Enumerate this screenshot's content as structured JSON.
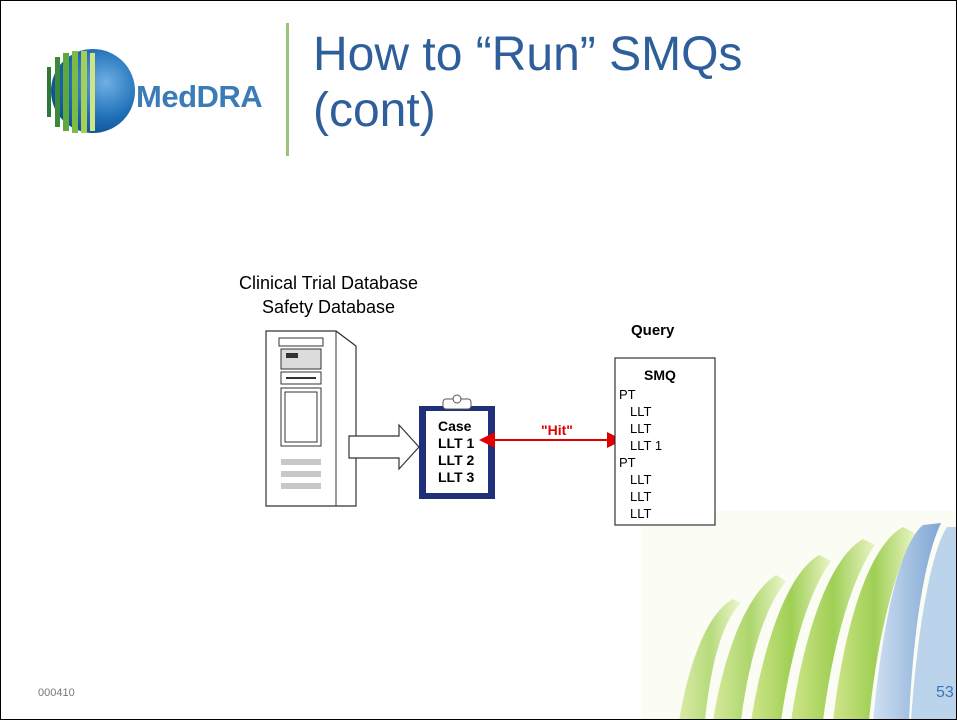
{
  "logo": {
    "icon": "meddra-globe-logo",
    "wordmark": "MedDRA"
  },
  "title": {
    "line1": "How to “Run” SMQs",
    "line2": "(cont)"
  },
  "database": {
    "line1": "Clinical Trial Database",
    "line2": "Safety Database",
    "icon": "server-tower-icon"
  },
  "case": {
    "title": "Case",
    "items": [
      "LLT 1",
      "LLT 2",
      "LLT 3"
    ],
    "icon": "clipboard-icon"
  },
  "hit_label": "\"Hit\"",
  "query": {
    "label": "Query",
    "box_title": "SMQ",
    "items": [
      "PT",
      "LLT",
      "LLT",
      "LLT 1",
      "PT",
      "LLT",
      "LLT",
      "LLT"
    ]
  },
  "footer": {
    "code": "000410",
    "page": "53"
  },
  "colors": {
    "title": "#2e5f9a",
    "accent_green": "#9cc37a",
    "hit": "#e00000",
    "clipboard": "#1f2f7a"
  }
}
